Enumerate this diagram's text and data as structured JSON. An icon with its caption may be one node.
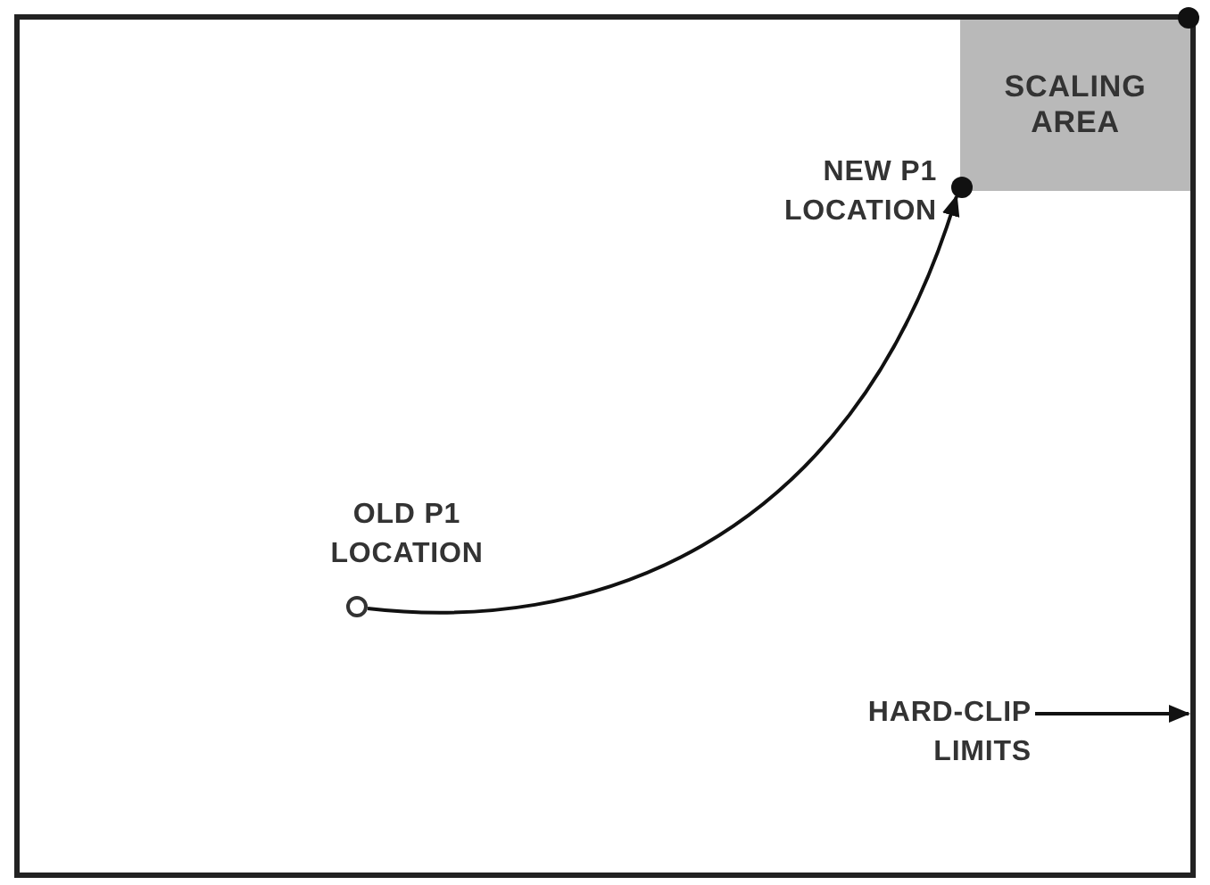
{
  "diagram": {
    "nodes": [
      {
        "text": [],
        "shape": "box"
      },
      {
        "text": [
          "SCALING AREA"
        ],
        "in": 0
      },
      {
        "text": [],
        "shape": "circle",
        "in": 0,
        "beside": [
          "OLD P1 LOCATION"
        ]
      },
      {
        "text": [],
        "shape": "circle",
        "in": 0,
        "beside": [
          "NEW P1 LOCATION"
        ]
      },
      {
        "text": [
          "HARD-CLIP LIMITS"
        ],
        "in": 0
      }
    ],
    "edges": [
      {
        "from": 2,
        "to": 3,
        "arrow": "to"
      },
      {
        "from": 4,
        "to": 0,
        "arrow": "to"
      }
    ]
  }
}
